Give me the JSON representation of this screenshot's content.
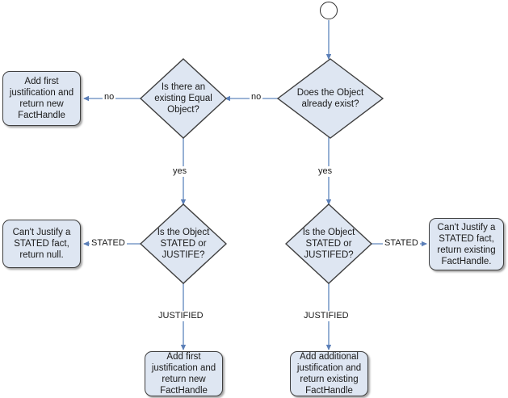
{
  "diagram": {
    "title": "Fact assertion / justification flowchart",
    "colors": {
      "shape_fill": "#dee6f2",
      "shape_border": "#3f3f3f",
      "connector": "#6d8fc4",
      "text": "#1a1a1a",
      "background": "#ffffff"
    },
    "start": {
      "name": "start-node"
    },
    "decisions": [
      {
        "id": "does-object-exist",
        "label": "Does the Object\nalready exist?"
      },
      {
        "id": "existing-equal-object",
        "label": "Is there an\nexisting Equal\nObject?"
      },
      {
        "id": "stated-or-justife",
        "label": "Is the Object\nSTATED or\nJUSTIFE?"
      },
      {
        "id": "stated-or-justifed",
        "label": "Is the Object\nSTATED or\nJUSTIFED?"
      }
    ],
    "processes": [
      {
        "id": "add-first-justification-new-facthandle-top",
        "label": "Add first\njustification and\nreturn new\nFactHandle"
      },
      {
        "id": "cant-justify-return-null",
        "label": "Can't Justify a\nSTATED fact,\nreturn null."
      },
      {
        "id": "cant-justify-return-existing-facthandle",
        "label": "Can't Justify a\nSTATED fact,\nreturn existing\nFactHandle."
      },
      {
        "id": "add-first-justification-new-facthandle-bottom",
        "label": "Add first\njustification and\nreturn new\nFactHandle"
      },
      {
        "id": "add-additional-justification-existing-facthandle",
        "label": "Add additional\njustification and\nreturn existing\nFactHandle"
      }
    ],
    "edge_labels": {
      "no_right": "no",
      "no_left": "no",
      "yes_right": "yes",
      "yes_left": "yes",
      "stated_left": "STATED",
      "stated_right": "STATED",
      "justified_left": "JUSTIFIED",
      "justified_right": "JUSTIFIED"
    }
  }
}
